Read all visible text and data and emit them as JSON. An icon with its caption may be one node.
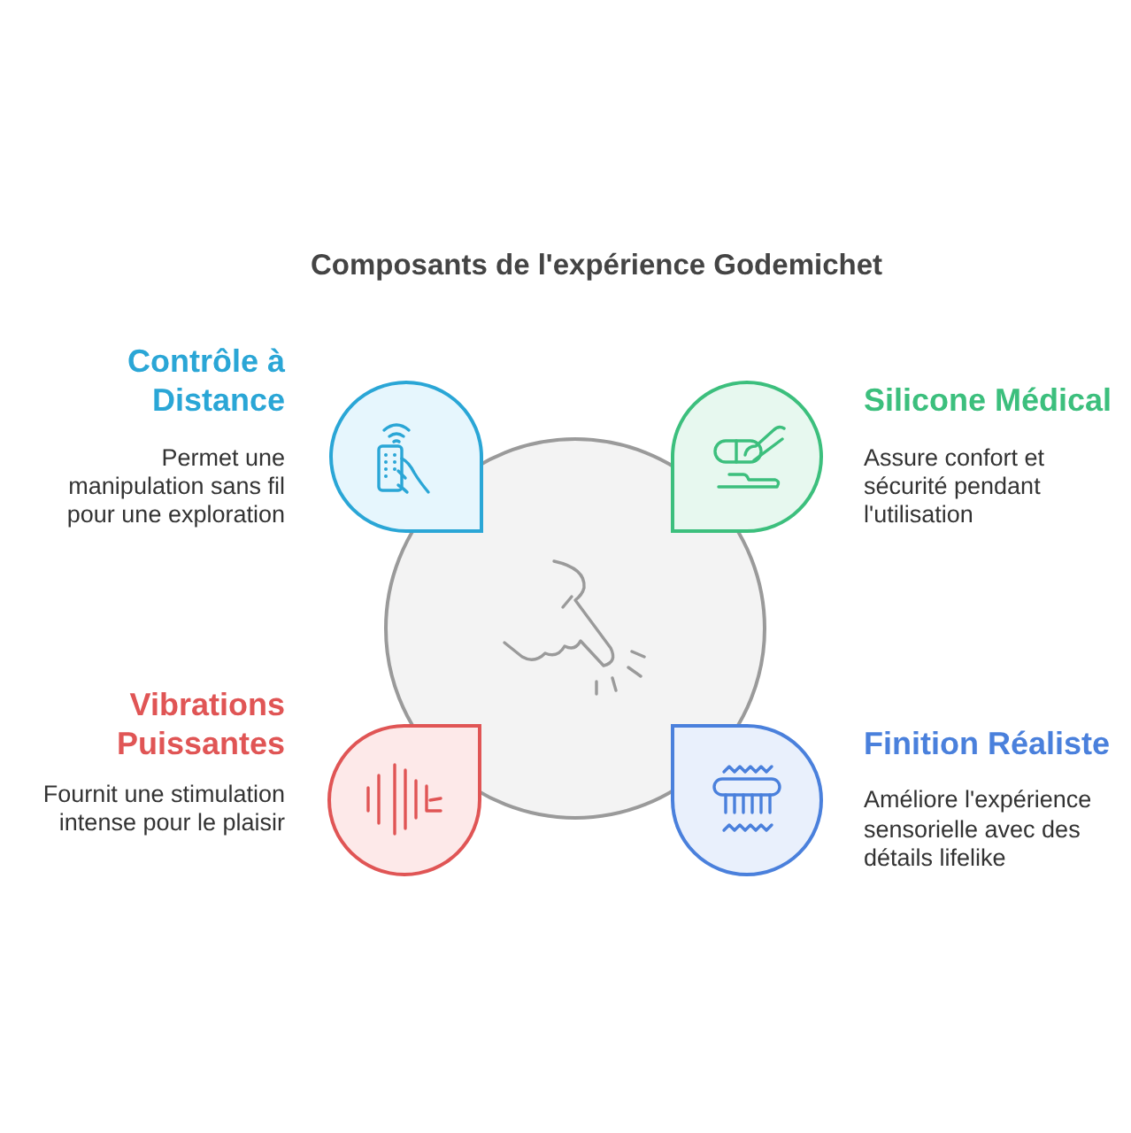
{
  "diagram": {
    "title": "Composants de l'expérience Godemichet",
    "nodes": [
      {
        "text": [
          "Contrôle à Distance",
          "Permet une manipulation sans fil pour une exploration"
        ]
      },
      {
        "text": [
          "Silicone Médical",
          "Assure confort et sécurité pendant l'utilisation"
        ]
      },
      {
        "text": [],
        "shape": "circle"
      },
      {
        "text": [
          "Vibrations Puissantes",
          "Fournit une stimulation intense pour le plaisir"
        ]
      },
      {
        "text": [
          "Finition Réaliste",
          "Améliore l'expérience sensorielle avec des détails lifelike"
        ]
      }
    ]
  }
}
